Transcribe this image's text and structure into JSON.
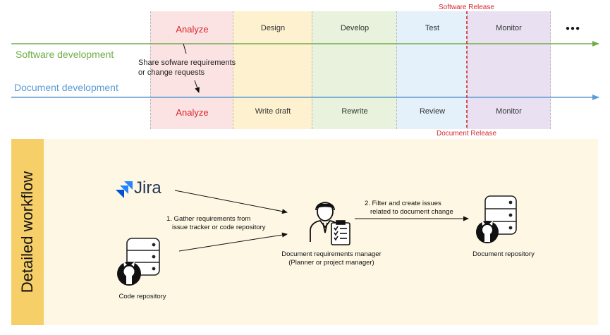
{
  "colors": {
    "analyze_bg": "#fbe3e4",
    "design_bg": "#fdf1cf",
    "develop_bg": "#e8f2dc",
    "test_bg": "#e4f0fa",
    "monitor_bg": "#e9e1f2",
    "software_line": "#70ad47",
    "document_line": "#5b9bd5",
    "release_red": "#d9262c",
    "workflow_tab": "#f6cf68",
    "workflow_bg": "#fdf7e4",
    "jira_blue": "#2684ff"
  },
  "timeline": {
    "phases_top": [
      "Analyze",
      "Design",
      "Develop",
      "Test",
      "Monitor"
    ],
    "phases_bottom": [
      "Analyze",
      "Write draft",
      "Rewrite",
      "Review",
      "Monitor"
    ],
    "more_indicator": "●●●",
    "software_track_label": "Software development",
    "document_track_label": "Document development",
    "software_release_label": "Software Release",
    "document_release_label": "Document Release",
    "share_note": [
      "Share sofware requirements",
      "or change requests"
    ]
  },
  "workflow": {
    "title": "Detailed workflow",
    "jira_text": "Jira",
    "step1": [
      "1. Gather requirements from",
      "issue tracker or code repository"
    ],
    "step2": [
      "2. Filter and create issues",
      "related to document change"
    ],
    "manager_label": [
      "Document requirements manager",
      "(Planner or project manager)"
    ],
    "document_repo_label": "Document repository",
    "code_repo_label": "Code repository",
    "icons": [
      "jira-icon",
      "code-repository-icon",
      "github-icon",
      "manager-person-icon",
      "clipboard-icon",
      "document-repository-icon"
    ]
  }
}
